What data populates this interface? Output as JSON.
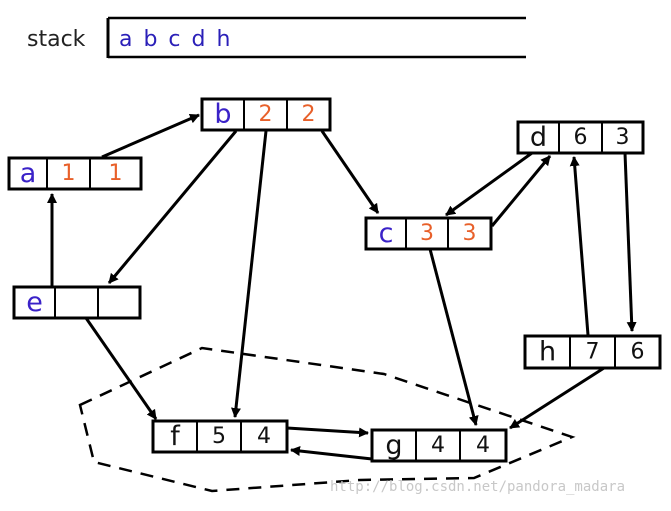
{
  "colors": {
    "background": "#ffffff",
    "stroke": "#000000",
    "node_name": "#3a22c8",
    "dfn_value": "#e8602a",
    "plain_value": "#111111",
    "stack_text": "#2a1fb8",
    "label_text": "#222222",
    "watermark": "#c8c8c8"
  },
  "stack": {
    "label": "stack",
    "contents": "a b c d h"
  },
  "nodes": [
    {
      "id": "a",
      "name": "a",
      "v1": "1",
      "v2": "1",
      "highlighted": true
    },
    {
      "id": "b",
      "name": "b",
      "v1": "2",
      "v2": "2",
      "highlighted": true
    },
    {
      "id": "c",
      "name": "c",
      "v1": "3",
      "v2": "3",
      "highlighted": true
    },
    {
      "id": "d",
      "name": "d",
      "v1": "6",
      "v2": "3",
      "highlighted": false
    },
    {
      "id": "e",
      "name": "e",
      "v1": "",
      "v2": "",
      "highlighted": false
    },
    {
      "id": "h",
      "name": "h",
      "v1": "7",
      "v2": "6",
      "highlighted": false
    },
    {
      "id": "f",
      "name": "f",
      "v1": "5",
      "v2": "4",
      "highlighted": false
    },
    {
      "id": "g",
      "name": "g",
      "v1": "4",
      "v2": "4",
      "highlighted": false
    }
  ],
  "edges": [
    {
      "from": "a",
      "to": "b"
    },
    {
      "from": "b",
      "to": "e"
    },
    {
      "from": "b",
      "to": "f"
    },
    {
      "from": "b",
      "to": "c"
    },
    {
      "from": "e",
      "to": "a"
    },
    {
      "from": "e",
      "to": "f"
    },
    {
      "from": "c",
      "to": "d"
    },
    {
      "from": "d",
      "to": "c"
    },
    {
      "from": "c",
      "to": "g"
    },
    {
      "from": "d",
      "to": "h"
    },
    {
      "from": "h",
      "to": "d"
    },
    {
      "from": "h",
      "to": "g"
    },
    {
      "from": "f",
      "to": "g"
    },
    {
      "from": "g",
      "to": "f"
    }
  ],
  "region": {
    "style": "dashed",
    "encloses": [
      "f",
      "g"
    ]
  },
  "watermark": {
    "text": "http://blog.csdn.net/pandora_madara"
  }
}
